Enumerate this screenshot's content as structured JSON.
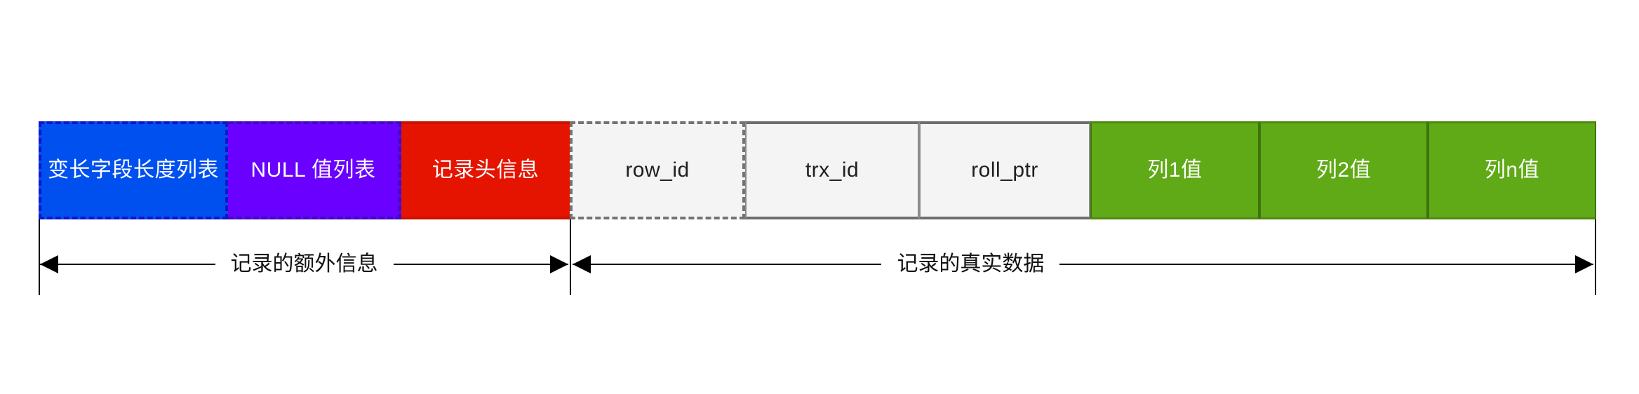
{
  "diagram": {
    "title": "InnoDB Compact row format record layout",
    "blocks": [
      {
        "id": "varlen",
        "label": "变长字段长度列表",
        "color": "#0050EF",
        "text_color": "#ffffff",
        "border_style": "dashed",
        "group": "extra"
      },
      {
        "id": "nulllist",
        "label": "NULL 值列表",
        "color": "#6A00FF",
        "text_color": "#ffffff",
        "border_style": "dashed",
        "group": "extra"
      },
      {
        "id": "header",
        "label": "记录头信息",
        "color": "#E51400",
        "text_color": "#ffffff",
        "border_style": "solid",
        "group": "extra"
      },
      {
        "id": "row_id",
        "label": "row_id",
        "color": "#F4F4F4",
        "text_color": "#1f1f1f",
        "border_style": "dashed",
        "group": "data"
      },
      {
        "id": "trx_id",
        "label": "trx_id",
        "color": "#F4F4F4",
        "text_color": "#1f1f1f",
        "border_style": "solid",
        "group": "data"
      },
      {
        "id": "roll_ptr",
        "label": "roll_ptr",
        "color": "#F4F4F4",
        "text_color": "#1f1f1f",
        "border_style": "solid",
        "group": "data"
      },
      {
        "id": "col1",
        "label": "列1值",
        "color": "#60A917",
        "text_color": "#ffffff",
        "border_style": "solid",
        "group": "data"
      },
      {
        "id": "col2",
        "label": "列2值",
        "color": "#60A917",
        "text_color": "#ffffff",
        "border_style": "solid",
        "group": "data"
      },
      {
        "id": "coln",
        "label": "列n值",
        "color": "#60A917",
        "text_color": "#ffffff",
        "border_style": "solid",
        "group": "data"
      }
    ],
    "annotations": [
      {
        "id": "extra-info",
        "label": "记录的额外信息",
        "spans": [
          "varlen",
          "nulllist",
          "header"
        ]
      },
      {
        "id": "actual-data",
        "label": "记录的真实数据",
        "spans": [
          "row_id",
          "trx_id",
          "roll_ptr",
          "col1",
          "col2",
          "coln"
        ]
      }
    ],
    "colors": {
      "blue": "#0050EF",
      "purple": "#6A00FF",
      "red": "#E51400",
      "grey": "#F4F4F4",
      "green": "#60A917",
      "line": "#000000"
    }
  }
}
